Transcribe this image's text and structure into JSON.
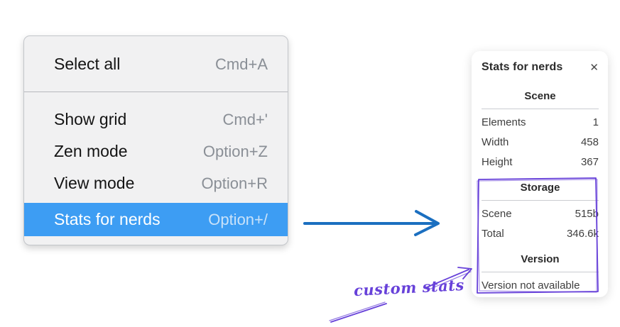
{
  "context_menu": {
    "groups": [
      {
        "items": [
          {
            "label": "Select all",
            "shortcut": "Cmd+A",
            "highlighted": false
          }
        ]
      },
      {
        "items": [
          {
            "label": "Show grid",
            "shortcut": "Cmd+'",
            "highlighted": false
          },
          {
            "label": "Zen mode",
            "shortcut": "Option+Z",
            "highlighted": false
          },
          {
            "label": "View mode",
            "shortcut": "Option+R",
            "highlighted": false
          },
          {
            "label": "Stats for nerds",
            "shortcut": "Option+/",
            "highlighted": true
          }
        ]
      }
    ],
    "colors": {
      "menu_bg": "#f1f1f2",
      "item_text": "#141414",
      "shortcut_text": "#8a8f96",
      "highlight_bg": "#3d9df3",
      "highlight_text": "#ffffff",
      "highlight_shortcut_text": "#c9e2f9"
    }
  },
  "stats_panel": {
    "title": "Stats for nerds",
    "close_icon": "✕",
    "sections": [
      {
        "header": "Scene",
        "rows": [
          {
            "label": "Elements",
            "value": "1"
          },
          {
            "label": "Width",
            "value": "458"
          },
          {
            "label": "Height",
            "value": "367"
          }
        ]
      },
      {
        "header": "Storage",
        "rows": [
          {
            "label": "Scene",
            "value": "515b"
          },
          {
            "label": "Total",
            "value": "346.6k"
          }
        ]
      },
      {
        "header": "Version",
        "rows": [],
        "note": "Version not available"
      }
    ]
  },
  "annotations": {
    "label": "custom stats",
    "blue_arrow_color": "#1b6fc0",
    "purple_color": "#6741d9"
  }
}
